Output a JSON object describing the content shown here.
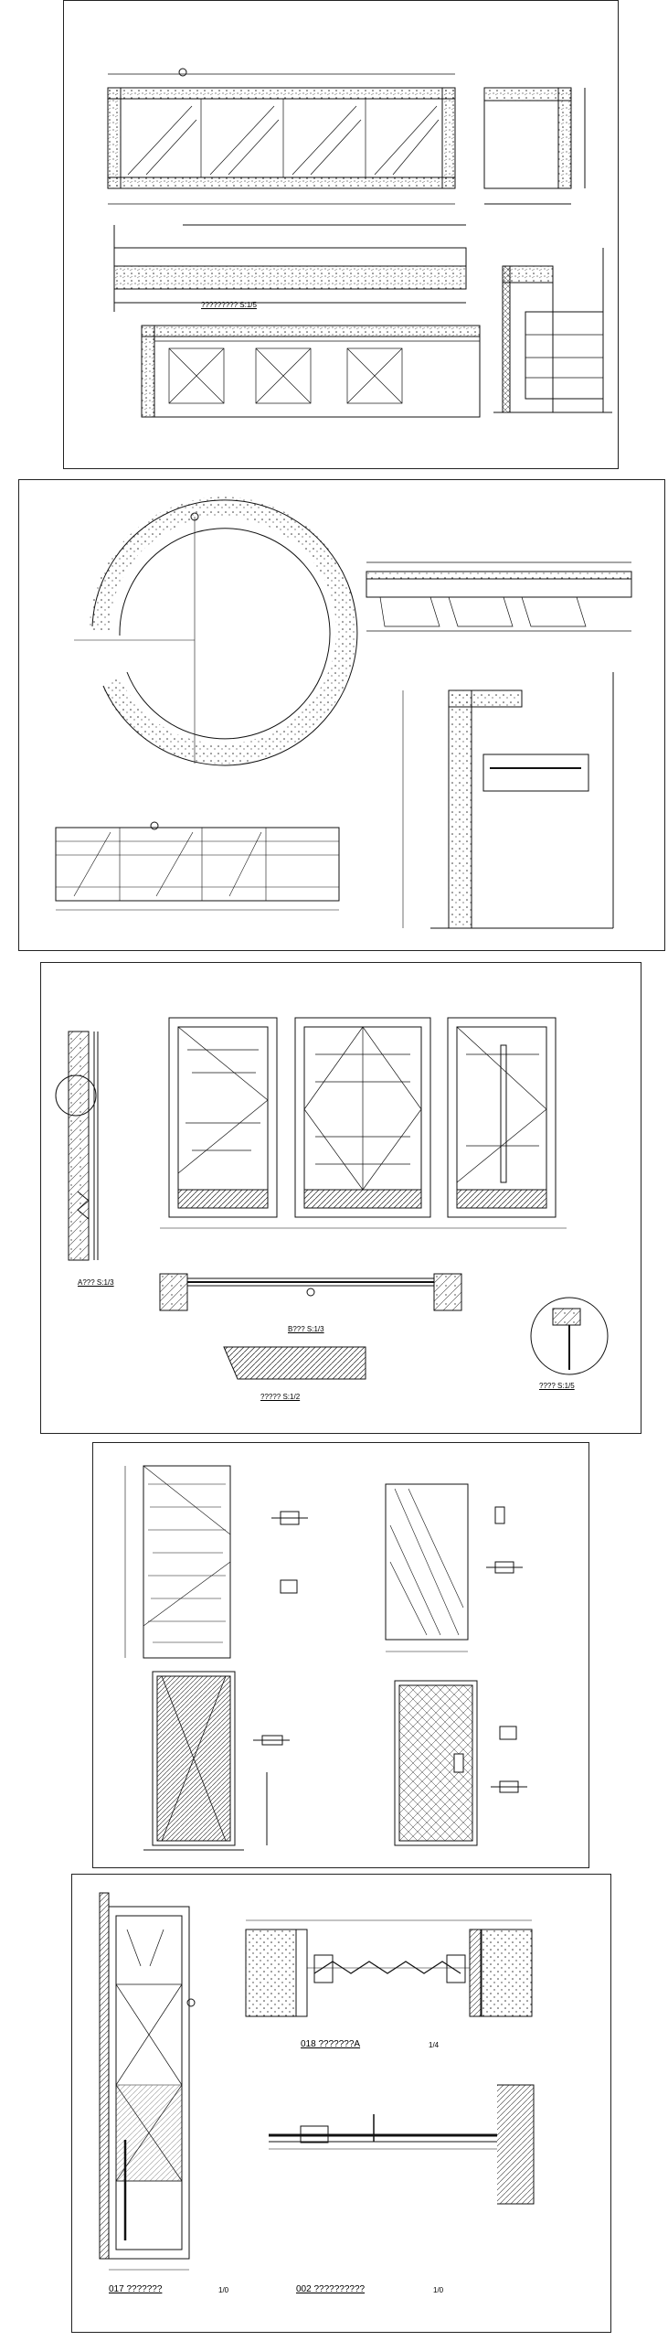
{
  "sheets": [
    {
      "id": "sheet-1"
    },
    {
      "id": "sheet-2"
    },
    {
      "id": "sheet-3"
    },
    {
      "id": "sheet-4"
    },
    {
      "id": "sheet-5"
    }
  ],
  "labels": {
    "s1_scale": "?????????  S:1/5",
    "s3_a": "A???  S:1/3",
    "s3_b": "B???  S:1/3",
    "s3_c": "?????  S:1/2",
    "s3_d": "????  S:1/5",
    "s5_door": "017  ???????",
    "s5_door_scale": "1/0",
    "s5_det_a": "018  ???????A",
    "s5_det_a_scale": "1/4",
    "s5_det_b": "002  ??????????",
    "s5_det_b_scale": "1/0"
  }
}
